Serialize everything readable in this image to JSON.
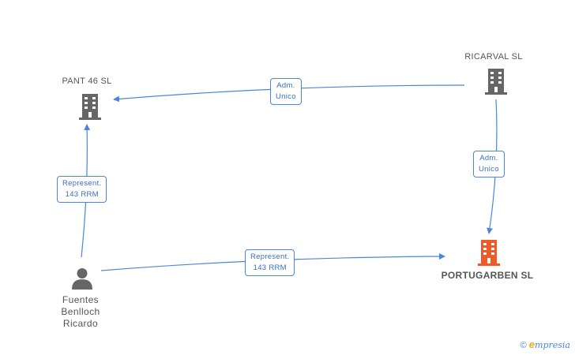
{
  "nodes": {
    "pant": {
      "label": "PANT 46 SL"
    },
    "ricarval": {
      "label": "RICARVAL  SL"
    },
    "portugarben": {
      "label": "PORTUGARBEN SL"
    },
    "person": {
      "line1": "Fuentes",
      "line2": "Benlloch",
      "line3": "Ricardo"
    }
  },
  "edges": {
    "ricarval_pant": {
      "line1": "Adm.",
      "line2": "Unico"
    },
    "ricarval_portugarben": {
      "line1": "Adm.",
      "line2": "Unico"
    },
    "person_pant": {
      "line1": "Represent.",
      "line2": "143 RRM"
    },
    "person_portugarben": {
      "line1": "Represent.",
      "line2": "143 RRM"
    }
  },
  "footer": {
    "copyright": "©",
    "brand_initial": "e",
    "brand_rest": "mpresia"
  },
  "colors": {
    "edge": "#4a86d9",
    "company_icon": "#666666",
    "main_company_icon": "#f05a28",
    "person_icon": "#666666"
  },
  "icons": {
    "company": "building-icon",
    "person": "person-icon"
  }
}
